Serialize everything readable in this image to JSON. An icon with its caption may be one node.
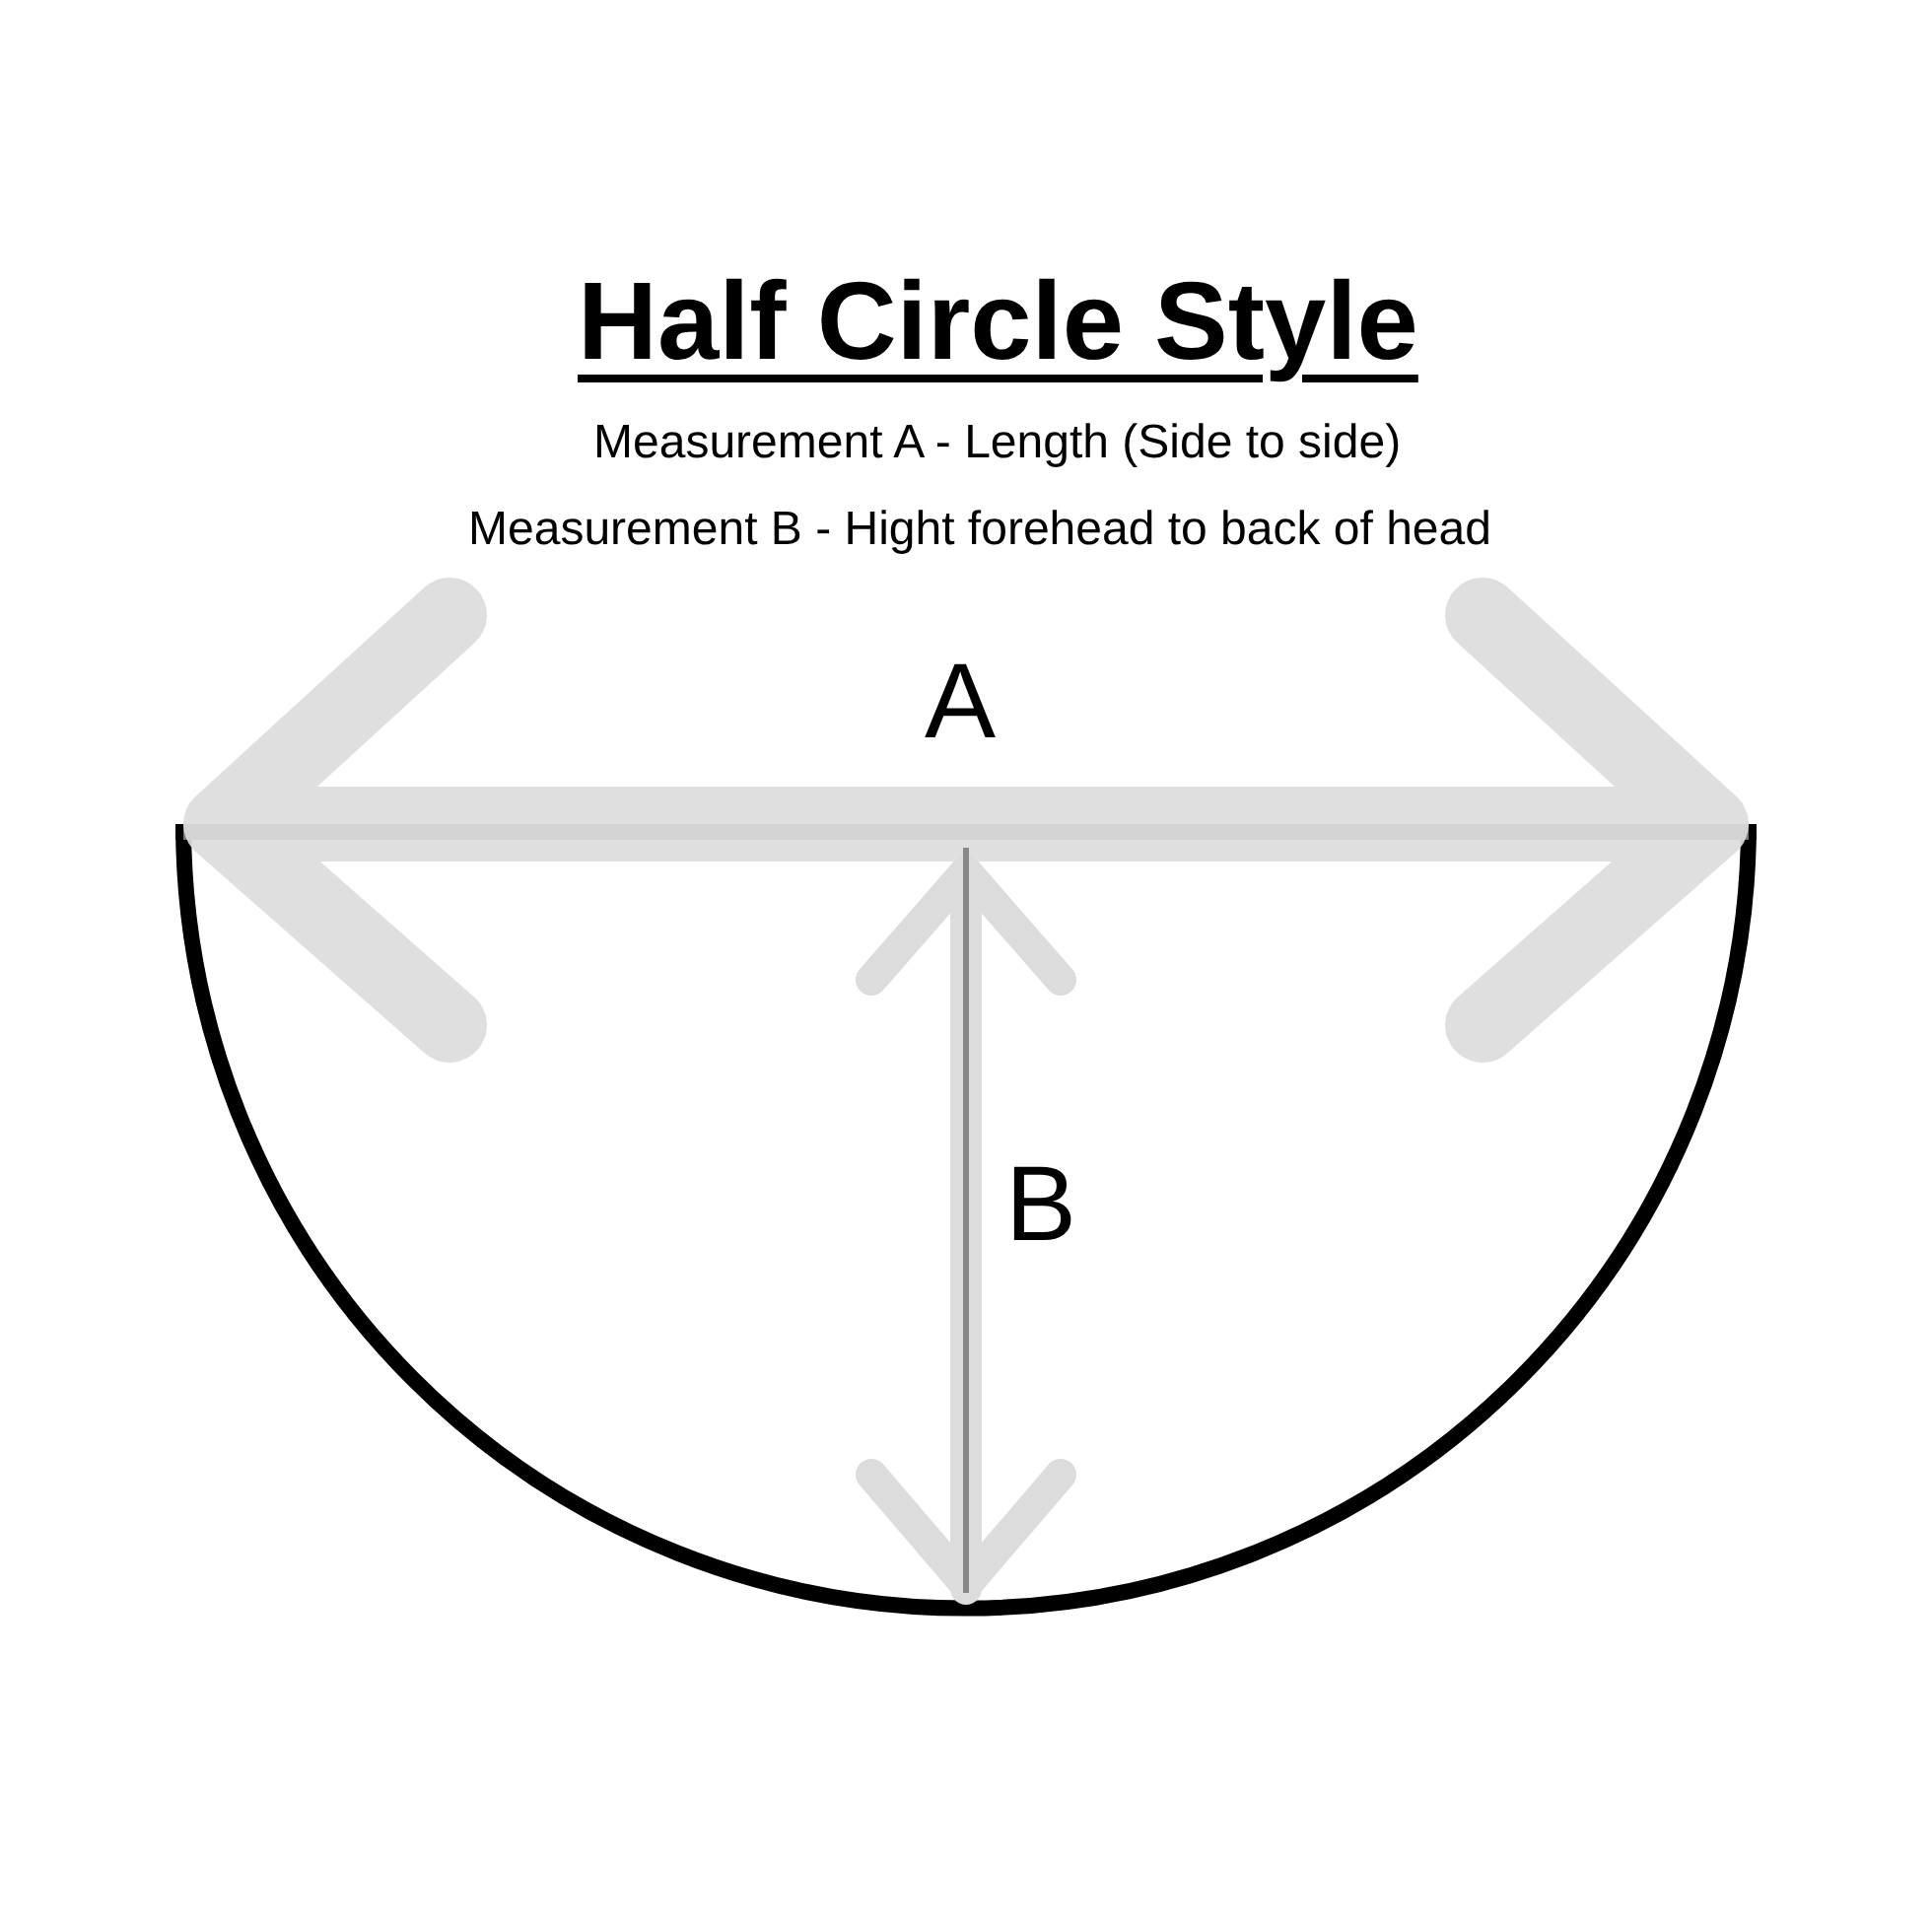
{
  "diagram": {
    "title": "Half Circle Style",
    "labels": [
      "Measurement A - Length (Side to side)",
      "Measurement B - Hight forehead to back of head",
      "A",
      "B"
    ]
  }
}
